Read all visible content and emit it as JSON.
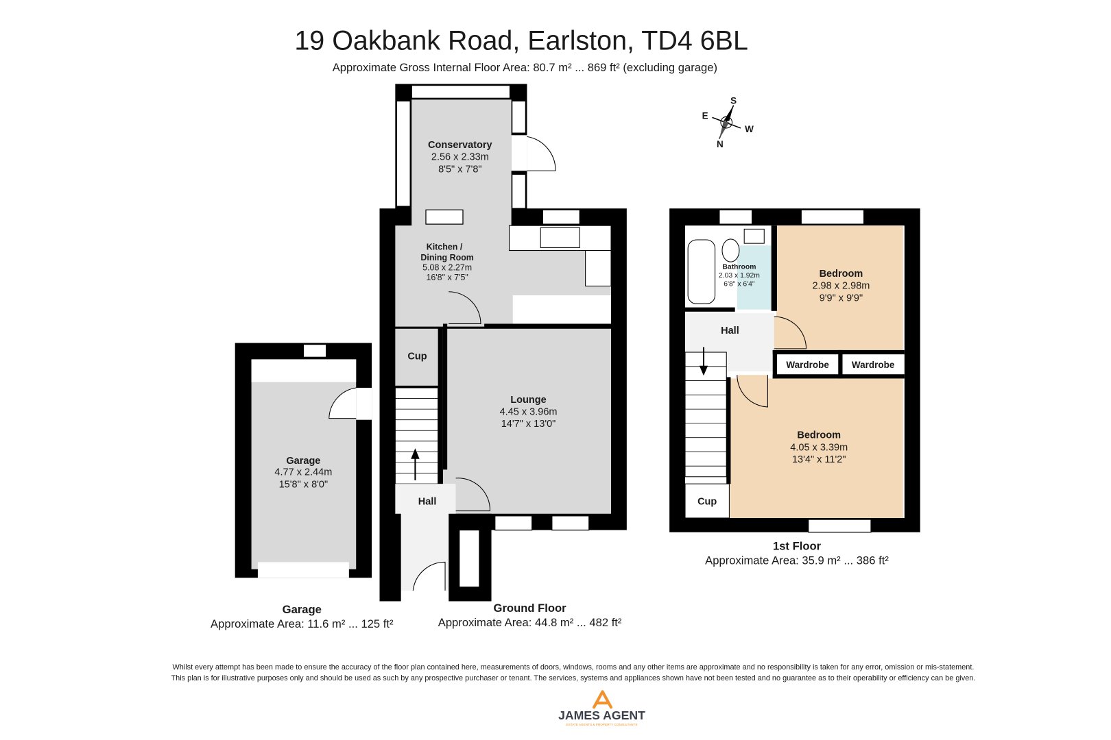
{
  "title": "19 Oakbank Road, Earlston, TD4 6BL",
  "subtitle": "Approximate Gross Internal Floor Area: 80.7 m² ... 869 ft² (excluding garage)",
  "compass": {
    "n": "N",
    "s": "S",
    "e": "E",
    "w": "W"
  },
  "rooms": {
    "conservatory": {
      "name": "Conservatory",
      "metric": "2.56 x 2.33m",
      "imperial": "8'5\" x 7'8\""
    },
    "kitchen": {
      "name1": "Kitchen /",
      "name2": "Dining Room",
      "metric": "5.08 x 2.27m",
      "imperial": "16'8\" x 7'5\""
    },
    "lounge": {
      "name": "Lounge",
      "metric": "4.45 x 3.96m",
      "imperial": "14'7\" x 13'0\""
    },
    "cup_ground": {
      "name": "Cup"
    },
    "hall_ground": {
      "name": "Hall"
    },
    "garage": {
      "name": "Garage",
      "metric": "4.77 x 2.44m",
      "imperial": "15'8\" x 8'0\""
    },
    "bathroom": {
      "name": "Bathroom",
      "metric": "2.03 x 1.92m",
      "imperial": "6'8\" x 6'4\""
    },
    "bedroom1": {
      "name": "Bedroom",
      "metric": "2.98 x 2.98m",
      "imperial": "9'9\" x 9'9\""
    },
    "hall_first": {
      "name": "Hall"
    },
    "wardrobe1": {
      "name": "Wardrobe"
    },
    "wardrobe2": {
      "name": "Wardrobe"
    },
    "bedroom2": {
      "name": "Bedroom",
      "metric": "4.05 x 3.39m",
      "imperial": "13'4\" x 11'2\""
    },
    "cup_first": {
      "name": "Cup"
    }
  },
  "floors": {
    "garage": {
      "name": "Garage",
      "area": "Approximate Area: 11.6 m² ... 125 ft²"
    },
    "ground": {
      "name": "Ground Floor",
      "area": "Approximate Area: 44.8 m² ... 482 ft²"
    },
    "first": {
      "name": "1st Floor",
      "area": "Approximate Area: 35.9 m² ... 386 ft²"
    }
  },
  "disclaimer": {
    "line1": "Whilst every attempt has been made to ensure the accuracy of the floor plan contained here, measurements of doors, windows, rooms and any other items are approximate and no responsibility is taken for any error, omission or mis-statement.",
    "line2": "This plan is for illustrative purposes only and should be used as such by any prospective purchaser or tenant. The services, systems and appliances shown have not been tested and no guarantee as to their operability or efficiency can be given."
  },
  "logo": {
    "name": "JAMES AGENT",
    "tagline": "ESTATE AGENTS & PROPERTY CONSULTANTS"
  },
  "colors": {
    "wall": "#000000",
    "room": "#d9d9d9",
    "bedroom": "#f3d9b8",
    "bathroom": "#d4ecee",
    "hall": "#f2f2f2",
    "logo_orange": "#f0922e",
    "logo_text": "#3a3f4a"
  }
}
